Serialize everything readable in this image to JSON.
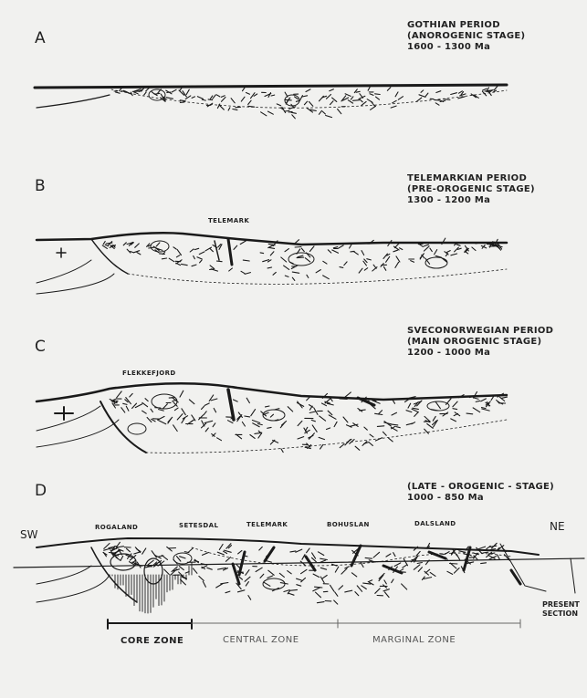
{
  "panels": [
    {
      "letter": "A",
      "period_lines": [
        "GOTHIAN PERIOD",
        "(ANOROGENIC  STAGE)",
        "1600 - 1300 Ma"
      ]
    },
    {
      "letter": "B",
      "period_lines": [
        "TELEMARKIAN  PERIOD",
        "(PRE-OROGENIC  STAGE)",
        "1300 - 1200 Ma"
      ],
      "places": [
        "TELEMARK"
      ]
    },
    {
      "letter": "C",
      "period_lines": [
        "SVECONORWEGIAN  PERIOD",
        "(MAIN OROGENIC  STAGE)",
        "1200 - 1000 Ma"
      ],
      "places": [
        "FLEKKEFJORD"
      ]
    },
    {
      "letter": "D",
      "period_lines": [
        "(LATE - OROGENIC - STAGE)",
        "1000 - 850 Ma"
      ],
      "places": [
        "ROGALAND",
        "SETESDAL",
        "TELEMARK",
        "BOHUSLAN",
        "DALSLAND"
      ]
    }
  ],
  "orientation": {
    "left": "SW",
    "right": "NE"
  },
  "present_section": [
    "PRESENT",
    "SECTION"
  ],
  "zones": [
    "CORE ZONE",
    "CENTRAL  ZONE",
    "MARGINAL  ZONE"
  ],
  "colors": {
    "ink": "#1a1a1a",
    "paper": "#f1f1ef"
  }
}
